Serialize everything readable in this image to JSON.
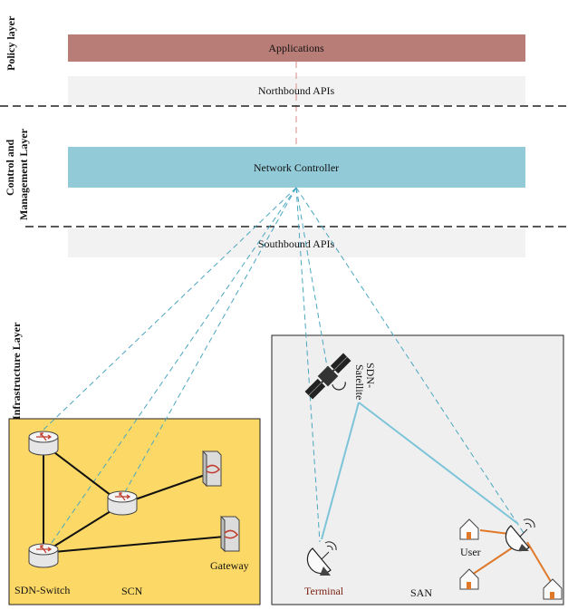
{
  "layers": {
    "policy": "Policy layer",
    "control": [
      "Control and",
      "Management Layer"
    ],
    "infrastructure": "Infrastructure Layer"
  },
  "boxes": {
    "applications": "Applications",
    "northbound": "Northbound APIs",
    "controller": "Network Controller",
    "southbound": "Southbound APIs"
  },
  "scn": {
    "name": "SCN",
    "switch_label": "SDN-Switch",
    "gateway_label": "Gateway"
  },
  "san": {
    "name": "SAN",
    "satellite_label": [
      "SDN-",
      "Satellite"
    ],
    "terminal_label": "Terminal",
    "user_label": "User"
  },
  "colors": {
    "applications": "#b97d77",
    "controller": "#92cad8",
    "api_band": "#f2f2f2",
    "scn_bg": "#fcd966",
    "san_bg": "#efefef",
    "dashed_link": "#4aa6c0",
    "sat_link": "#7cc4d8",
    "user_link": "#e0782a",
    "terminal_text": "#7a1f12"
  }
}
